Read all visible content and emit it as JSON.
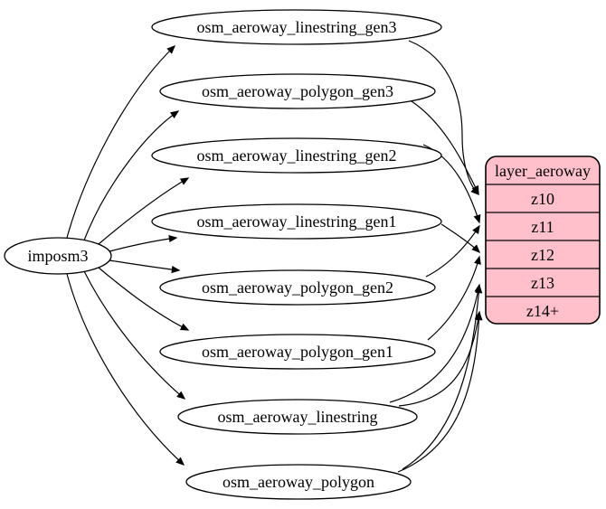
{
  "diagram": {
    "type": "etl-graph",
    "source": {
      "label": "imposm3"
    },
    "tables": [
      {
        "label": "osm_aeroway_linestring_gen3"
      },
      {
        "label": "osm_aeroway_polygon_gen3"
      },
      {
        "label": "osm_aeroway_linestring_gen2"
      },
      {
        "label": "osm_aeroway_linestring_gen1"
      },
      {
        "label": "osm_aeroway_polygon_gen2"
      },
      {
        "label": "osm_aeroway_polygon_gen1"
      },
      {
        "label": "osm_aeroway_linestring"
      },
      {
        "label": "osm_aeroway_polygon"
      }
    ],
    "layer": {
      "title": "layer_aeroway",
      "zoom_rows": [
        "z10",
        "z11",
        "z12",
        "z13",
        "z14+"
      ]
    },
    "edges": {
      "from_source": [
        "osm_aeroway_linestring_gen3",
        "osm_aeroway_polygon_gen3",
        "osm_aeroway_linestring_gen2",
        "osm_aeroway_linestring_gen1",
        "osm_aeroway_polygon_gen2",
        "osm_aeroway_polygon_gen1",
        "osm_aeroway_linestring",
        "osm_aeroway_polygon"
      ],
      "to_layer": [
        {
          "from": "osm_aeroway_linestring_gen3",
          "to": "z10"
        },
        {
          "from": "osm_aeroway_polygon_gen3",
          "to": "z10"
        },
        {
          "from": "osm_aeroway_linestring_gen2",
          "to": "z11"
        },
        {
          "from": "osm_aeroway_polygon_gen2",
          "to": "z11"
        },
        {
          "from": "osm_aeroway_linestring_gen1",
          "to": "z12"
        },
        {
          "from": "osm_aeroway_polygon_gen1",
          "to": "z12"
        },
        {
          "from": "osm_aeroway_linestring",
          "to": "z13"
        },
        {
          "from": "osm_aeroway_linestring",
          "to": "z14+"
        },
        {
          "from": "osm_aeroway_polygon",
          "to": "z13"
        },
        {
          "from": "osm_aeroway_polygon",
          "to": "z14+"
        }
      ]
    },
    "colors": {
      "layer_fill": "#FFC0CB",
      "node_fill": "#FFFFFF",
      "stroke": "#000000",
      "background": "#FFFFFF"
    }
  }
}
